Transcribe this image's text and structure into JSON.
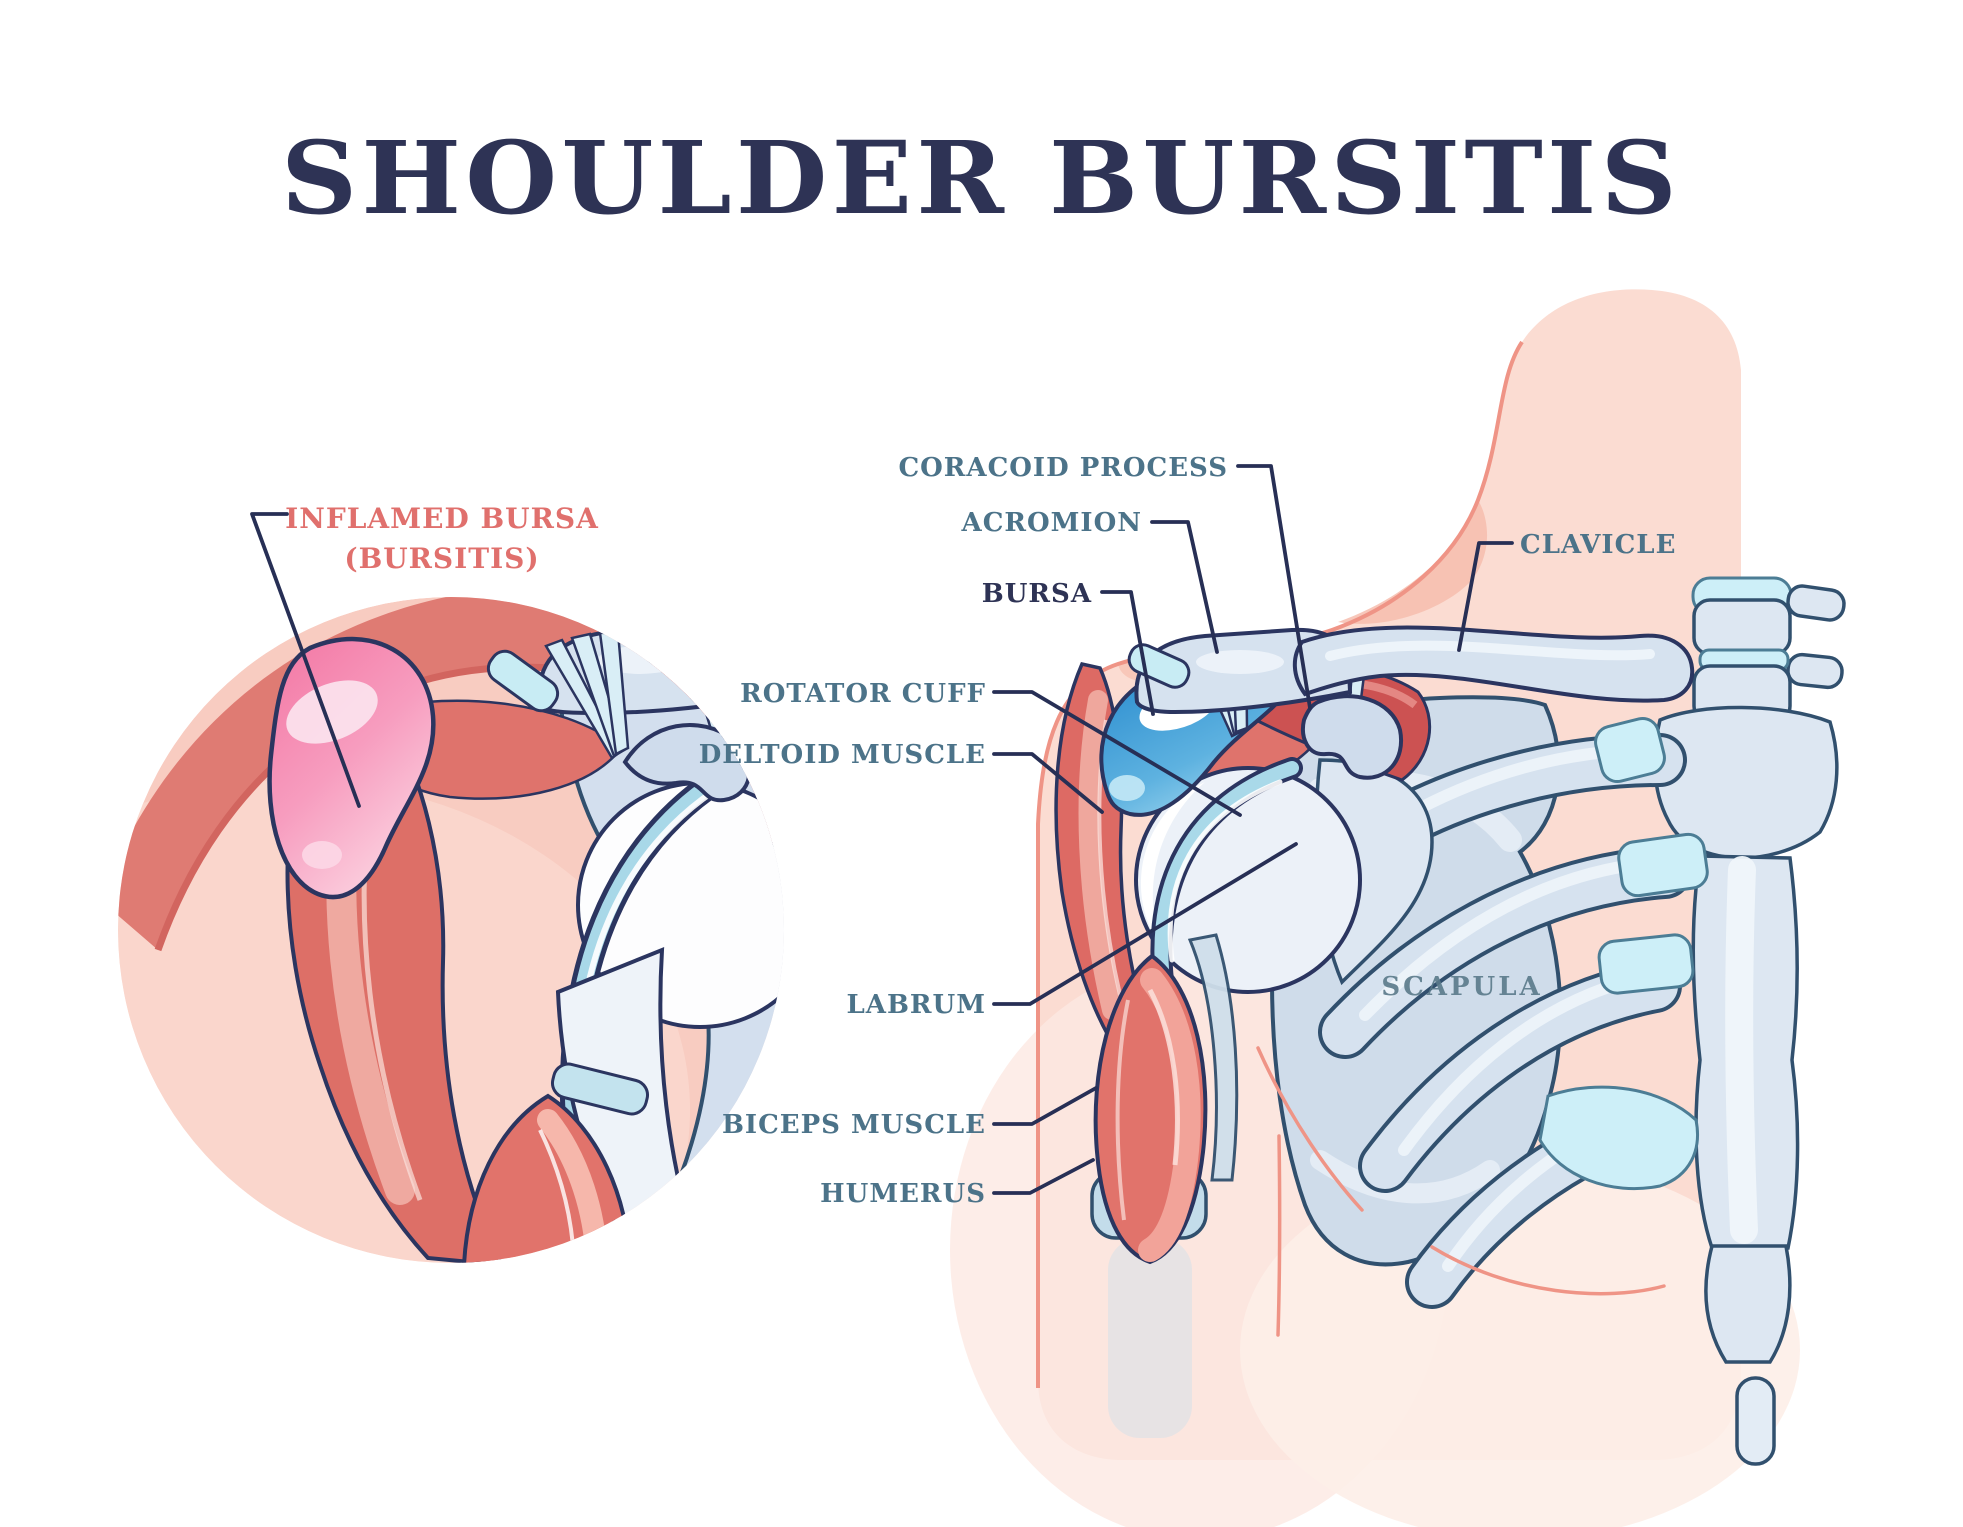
{
  "title": "SHOULDER BURSITIS",
  "inset": {
    "callout": {
      "line1": "INFLAMED BURSA",
      "line2": "(BURSITIS)"
    }
  },
  "figure": {
    "labels": {
      "coracoid_process": "CORACOID PROCESS",
      "acromion": "ACROMION",
      "bursa": "BURSA",
      "rotator_cuff": "ROTATOR CUFF",
      "deltoid_muscle": "DELTOID MUSCLE",
      "clavicle": "CLAVICLE",
      "labrum": "LABRUM",
      "scapula": "SCAPULA",
      "biceps_muscle": "BICEPS MUSCLE",
      "humerus": "HUMERUS"
    }
  },
  "colors": {
    "title": "#2e3355",
    "label_slate": "#4c7389",
    "label_navy": "#2e3355",
    "label_salmon": "#e0706d",
    "leader_line": "#272f55",
    "skin": "#fbdcd2",
    "skin_edge": "#ef9486",
    "inset_background": "#f8ccc1",
    "inset_band": "#df7b73",
    "bone": "#d6e2ef",
    "bone_outline": "#2b3560",
    "muscle_red": "#dd6a64",
    "muscle_dark_red": "#cc5252",
    "bursa_blue": "#3596d2",
    "inflamed_bursa_pink": "#f37ba6",
    "cartilage_cyan": "#cdeff8"
  }
}
